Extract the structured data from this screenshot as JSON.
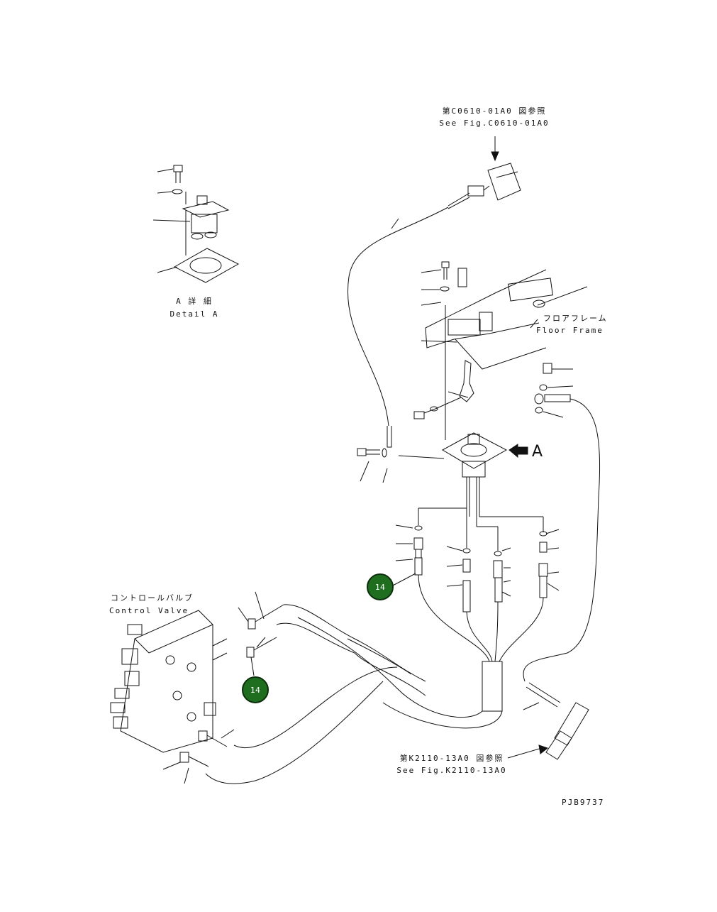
{
  "labels": {
    "ref_top_jp": "第C0610-01A0 図参照",
    "ref_top_en": "See Fig.C0610-01A0",
    "detail_jp": "A 詳 細",
    "detail_en": "Detail A",
    "floor_frame_jp": "フロアフレーム",
    "floor_frame_en": "Floor Frame",
    "detail_marker": "A",
    "control_valve_jp": "コントロールバルブ",
    "control_valve_en": "Control Valve",
    "ref_bottom_jp": "第K2110-13A0 図参照",
    "ref_bottom_en": "See Fig.K2110-13A0",
    "drawing_code": "PJB9737"
  },
  "callouts": [
    {
      "number": "14"
    },
    {
      "number": "14"
    }
  ],
  "colors": {
    "callout_fill": "#1f6e1f",
    "line": "#111111"
  }
}
